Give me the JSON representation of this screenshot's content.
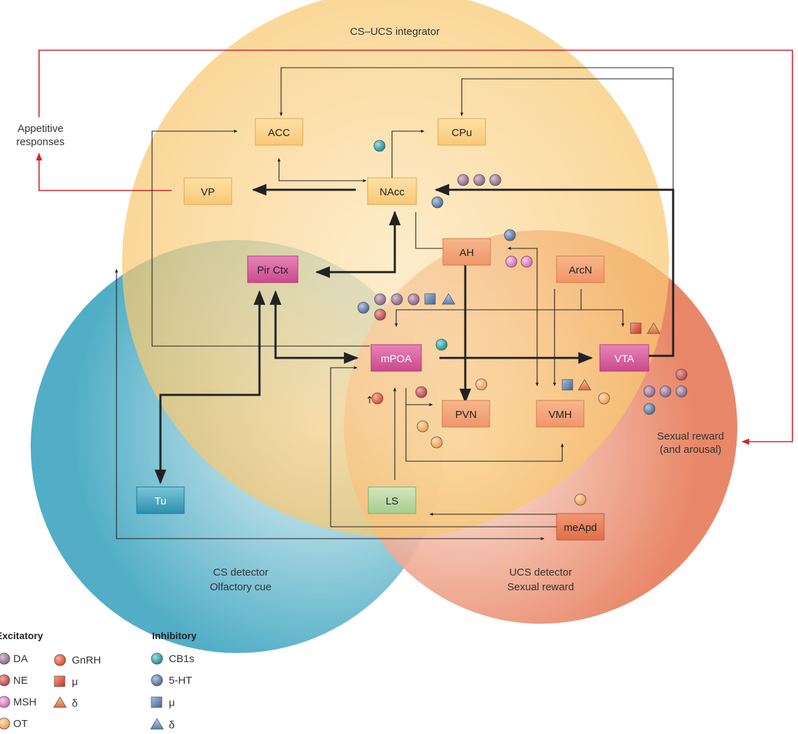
{
  "regions": {
    "integrator": "CS–UCS integrator",
    "cs_line1": "CS detector",
    "cs_line2": "Olfactory cue",
    "ucs_line1": "UCS detector",
    "ucs_line2": "Sexual reward"
  },
  "side_labels": {
    "appetitive_1": "Appetitive",
    "appetitive_2": "responses",
    "reward_1": "Sexual reward",
    "reward_2": "(and arousal)"
  },
  "nodes": {
    "acc": "ACC",
    "cpu": "CPu",
    "vp": "VP",
    "nacc": "NAcc",
    "pirctx": "Pir Ctx",
    "ah": "AH",
    "arcn": "ArcN",
    "mpoa": "mPOA",
    "vta": "VTA",
    "pvn": "PVN",
    "vmh": "VMH",
    "tu": "Tu",
    "ls": "LS",
    "meapd": "meApd"
  },
  "legend": {
    "excitatory_title": "Excitatory",
    "inhibitory_title": "Inhibitory",
    "da": "DA",
    "ne": "NE",
    "msh": "MSH",
    "ot": "OT",
    "gnrh": "GnRH",
    "mu_exc": "μ",
    "delta_exc": "δ",
    "cb1s": "CB1s",
    "ht5": "5-HT",
    "mu_inh": "μ",
    "delta_inh": "δ"
  },
  "marker_up_arrow": "↑",
  "colors": {
    "integrator_fill": "#f9c567",
    "cs_fill": "#3da3bf",
    "ucs_fill": "#e97a57",
    "feedback_red": "#d1252b",
    "da": "#9a7596",
    "ne": "#c65050",
    "msh": "#e07fc2",
    "ot": "#f5a55a",
    "gnrh": "#e6573a",
    "cb1s": "#2c9fa7",
    "ht5": "#5b7ca6"
  }
}
